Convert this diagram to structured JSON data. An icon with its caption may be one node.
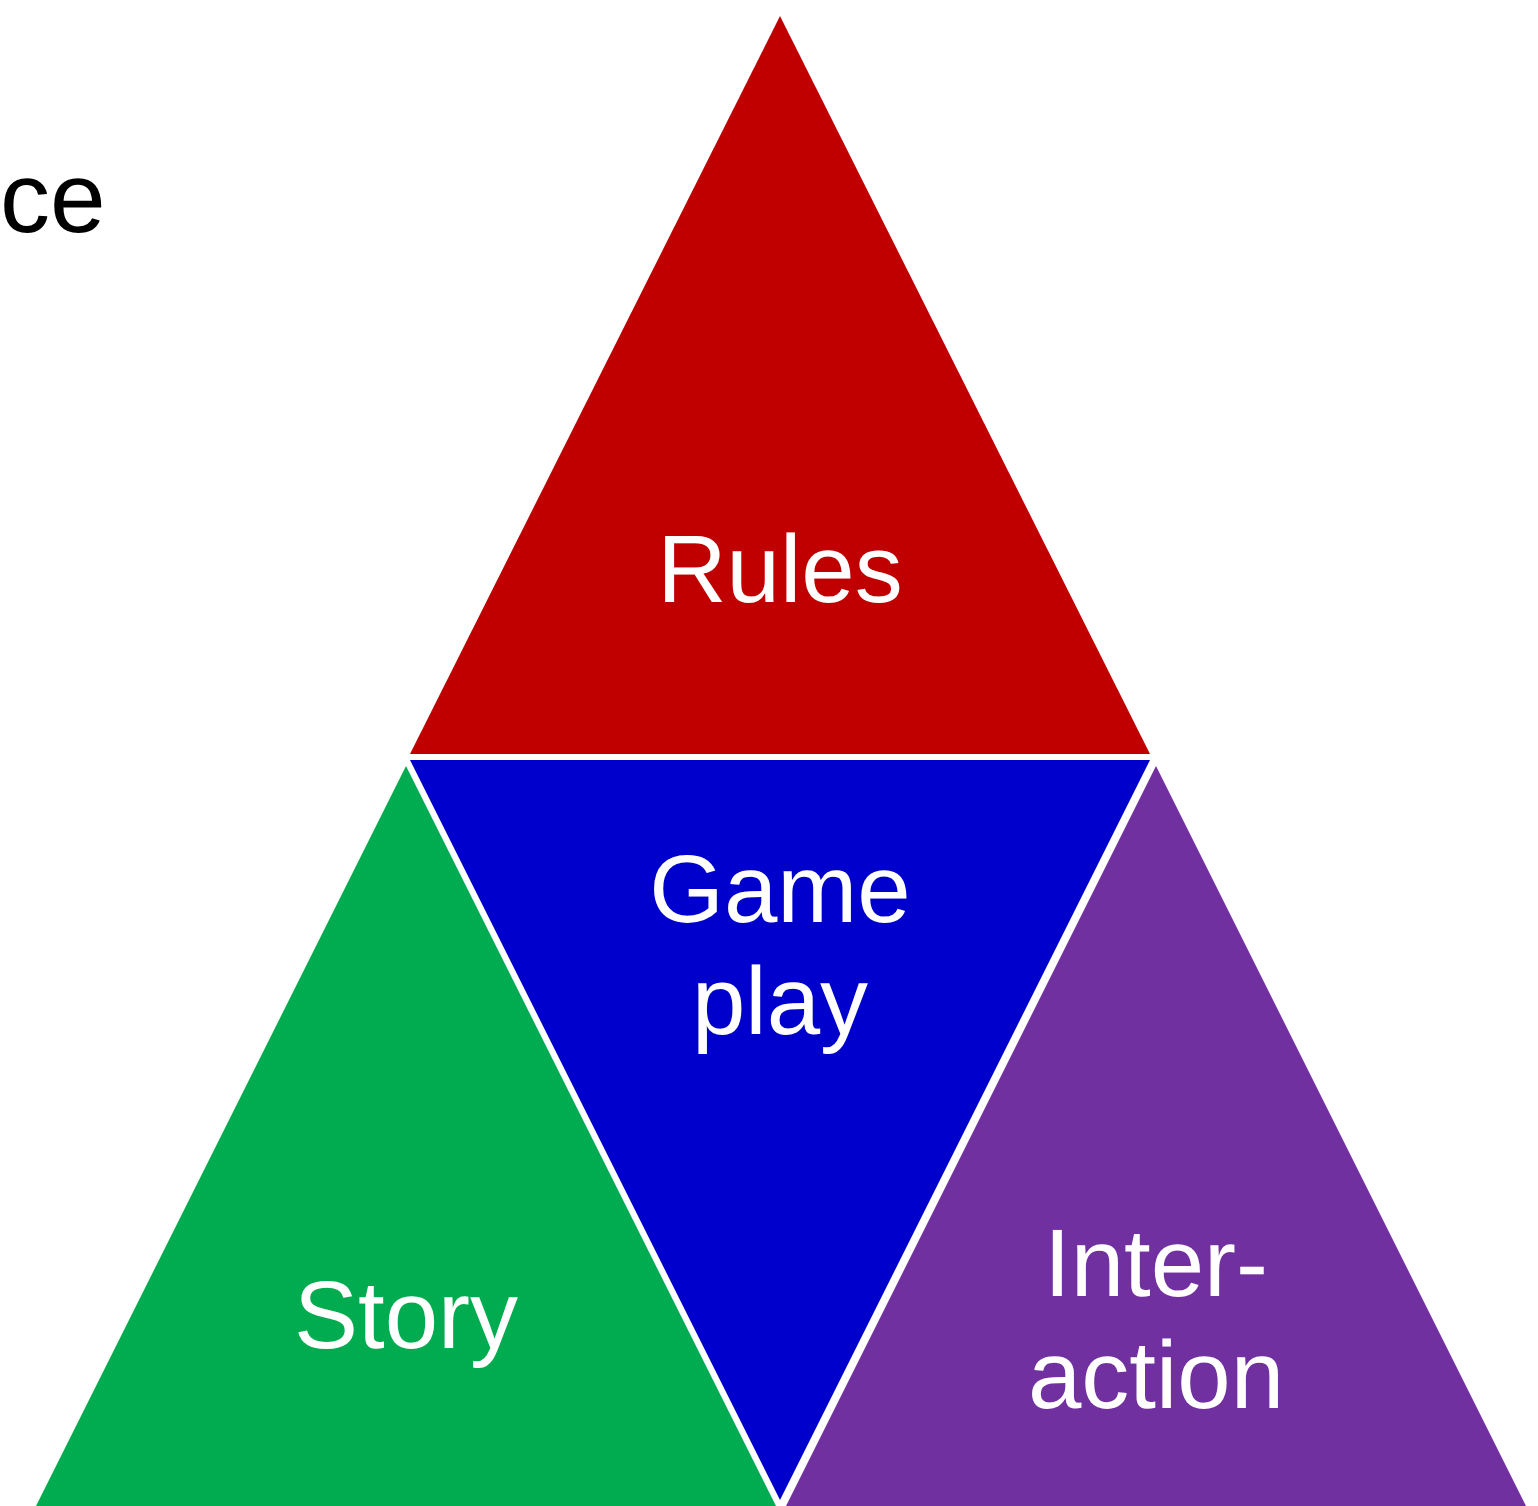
{
  "diagram": {
    "nodes": [
      {
        "text": [
          "Rules"
        ]
      },
      {
        "text": [
          "Game play"
        ]
      },
      {
        "text": [
          "Story"
        ]
      },
      {
        "text": [
          "Inter- action"
        ]
      }
    ],
    "labels": [
      "ce"
    ]
  }
}
